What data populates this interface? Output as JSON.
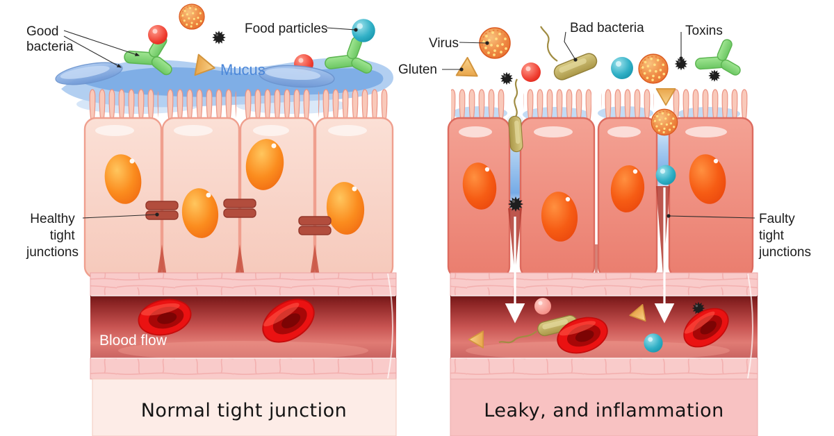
{
  "left_panel": {
    "caption": "Normal tight junction",
    "labels": {
      "good_bacteria": [
        "Good",
        "bacteria"
      ],
      "food_particles": "Food particles",
      "mucus": "Mucus",
      "healthy_tight_junctions": [
        "Healthy",
        "tight",
        "junctions"
      ],
      "blood_flow": "Blood flow"
    }
  },
  "right_panel": {
    "caption": "Leaky, and inflammation",
    "labels": {
      "virus": "Virus",
      "gluten": "Gluten",
      "bad_bacteria": "Bad bacteria",
      "toxins": "Toxins",
      "faulty_tight_junctions": [
        "Faulty",
        "tight",
        "junctions"
      ]
    }
  },
  "colors": {
    "caption_left_bg": "#fdece7",
    "caption_right_bg": "#f8c2c2",
    "mucus_text": "#4a86d8",
    "blood_flow_text": "#ffffff",
    "label_text": "#1c1c1c",
    "mucus_blue": "#6ea3e2",
    "cell_left_pink": "#f8d2c4",
    "cell_right_salmon": "#f0998b",
    "nucleus_left_orange": "#fb8c1e",
    "nucleus_right_orange": "#f65c14",
    "tight_junction_red": "#b24d3d",
    "good_bacteria_green": "#86d97c",
    "blue_bacteria": "#88aee2",
    "bad_bacteria_olive": "#c0ae5e",
    "virus_orange": "#ef8b45",
    "toxin_black": "#1e1e1e",
    "gluten_yellow": "#f0bc66",
    "food_particle_teal": "#1f9fb6",
    "red_particle": "#ee3b2e",
    "rbc_red": "#ea1212",
    "vessel_wall_pink": "#f9cbca"
  },
  "icons": {
    "virus": "orange-dotted-sphere",
    "toxin": "black-spiky-ball",
    "gluten": "yellow-triangle",
    "good_bacterium": "green-branched-rod",
    "blue_bacterium": "blue-oval-rod",
    "bad_bacterium": "olive-flagellated-rod",
    "food_particle": "teal-sphere",
    "red_particle": "red-sphere",
    "red_blood_cell": "red-oval-disc",
    "leak_arrow": "white-down-arrow"
  }
}
